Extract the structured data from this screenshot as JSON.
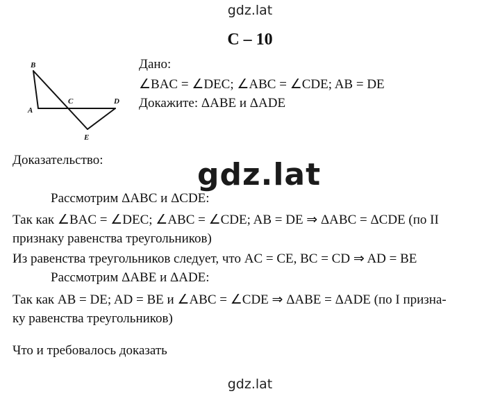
{
  "watermark": {
    "top": "gdz.lat",
    "middle": "gdz.lat",
    "bottom": "gdz.lat"
  },
  "title": "С – 10",
  "figure": {
    "labels": {
      "B": "B",
      "A": "A",
      "C": "C",
      "D": "D",
      "E": "E"
    }
  },
  "given": {
    "heading": "Дано:",
    "conditions": "∠BAC = ∠DEC; ∠ABC = ∠CDE; AB = DE",
    "prove": "Докажите: ΔABE и ΔADE"
  },
  "proof": {
    "heading": "Доказательство:",
    "lines": [
      "Рассмотрим ΔABC и ΔCDE:",
      "Так как ∠BAC = ∠DEC; ∠ABC = ∠CDE; AB = DE ⇒ ΔABC = ΔCDE (по II",
      "признаку равенства треугольников)",
      "Из равенства треугольников следует, что AC = CE, BC = CD ⇒ AD = BE",
      "Рассмотрим ΔABE и ΔADE:",
      "Так как AB = DE; AD = BE и ∠ABC = ∠CDE ⇒ ΔABE = ΔADE (по I призна-",
      "ку равенства треугольников)"
    ],
    "conclusion": "Что и требовалось доказать"
  }
}
